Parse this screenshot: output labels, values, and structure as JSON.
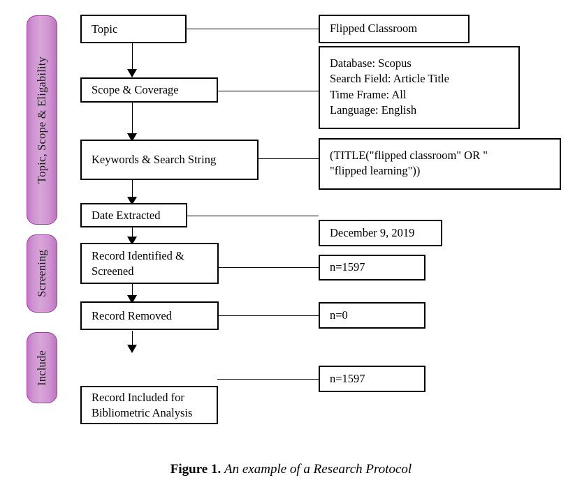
{
  "figure": {
    "caption_label": "Figure 1.",
    "caption_text": "An example of a Research Protocol"
  },
  "phases": [
    {
      "id": "phase-topic-scope-eligability",
      "label": "Topic, Scope & Eligability"
    },
    {
      "id": "phase-screening",
      "label": "Screening"
    },
    {
      "id": "phase-include",
      "label": "Include"
    }
  ],
  "steps": [
    {
      "id": "step-topic",
      "label": "Topic"
    },
    {
      "id": "step-scope-coverage",
      "label": "Scope & Coverage"
    },
    {
      "id": "step-keywords-search-string",
      "label": "Keywords & Search String"
    },
    {
      "id": "step-date-extracted",
      "label": "Date Extracted"
    },
    {
      "id": "step-record-identified-screened",
      "label": "Record Identified &\nScreened"
    },
    {
      "id": "step-record-removed",
      "label": "Record Removed"
    },
    {
      "id": "step-record-included",
      "label": "Record Included for\nBibliometric Analysis"
    }
  ],
  "notes": [
    {
      "id": "note-topic-value",
      "text": "Flipped Classroom"
    },
    {
      "id": "note-scope-details",
      "text": "Database: Scopus\nSearch Field: Article Title\nTime Frame: All\nLanguage: English"
    },
    {
      "id": "note-search-string",
      "text": "(TITLE(\"flipped classroom\" OR \"\n\"flipped learning\"))"
    },
    {
      "id": "note-date-value",
      "text": "December 9, 2019"
    },
    {
      "id": "note-identified-count",
      "text": "n=1597"
    },
    {
      "id": "note-removed-count",
      "text": "n=0"
    },
    {
      "id": "note-included-count",
      "text": "n=1597"
    }
  ],
  "colors": {
    "pill_border": "#9c3d9c",
    "pill_fill_light": "#d7a5d8",
    "pill_fill_dark": "#bd74bf",
    "box_border": "#000000",
    "text": "#000000",
    "background": "#ffffff"
  }
}
